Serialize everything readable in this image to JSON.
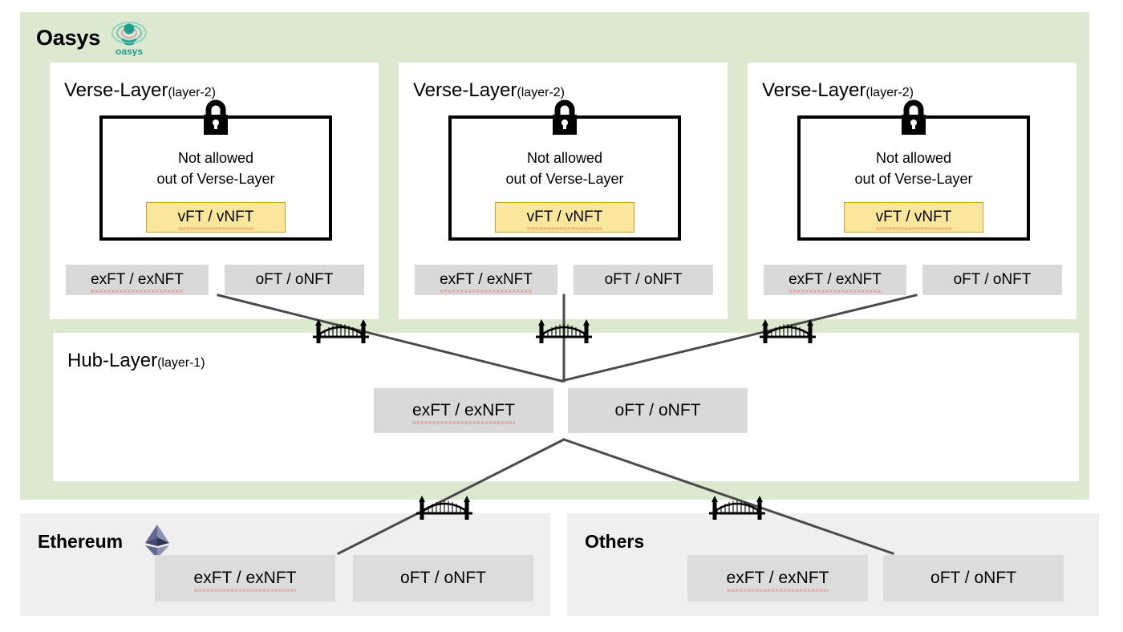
{
  "oasys": {
    "title": "Oasys",
    "logo_icon": "oasys-ripple-logo",
    "logo_wordmark": "oasys",
    "brand_color": "#1f9e8f",
    "panel_color": "#dce8d0"
  },
  "verse_layers": [
    {
      "title": "Verse-Layer",
      "sublabel": "(layer-2)",
      "locked_box": {
        "lock_icon": "padlock-icon",
        "line1": "Not allowed",
        "line2": "out of Verse-Layer",
        "token": "vFT / vNFT",
        "token_color": "#fbe79c"
      },
      "chips": [
        "exFT / exNFT",
        "oFT / oNFT"
      ]
    },
    {
      "title": "Verse-Layer",
      "sublabel": "(layer-2)",
      "locked_box": {
        "lock_icon": "padlock-icon",
        "line1": "Not allowed",
        "line2": "out of Verse-Layer",
        "token": "vFT / vNFT",
        "token_color": "#fbe79c"
      },
      "chips": [
        "exFT / exNFT",
        "oFT / oNFT"
      ]
    },
    {
      "title": "Verse-Layer",
      "sublabel": "(layer-2)",
      "locked_box": {
        "lock_icon": "padlock-icon",
        "line1": "Not allowed",
        "line2": "out of Verse-Layer",
        "token": "vFT / vNFT",
        "token_color": "#fbe79c"
      },
      "chips": [
        "exFT / exNFT",
        "oFT / oNFT"
      ]
    }
  ],
  "hub_layer": {
    "title": "Hub-Layer",
    "sublabel": "(layer-1)",
    "chips": [
      "exFT / exNFT",
      "oFT / oNFT"
    ]
  },
  "chains": [
    {
      "title": "Ethereum",
      "logo_icon": "ethereum-diamond-icon",
      "chips": [
        "exFT / exNFT",
        "oFT / oNFT"
      ]
    },
    {
      "title": "Others",
      "logo_icon": "none",
      "chips": [
        "exFT / exNFT",
        "oFT / oNFT"
      ]
    }
  ],
  "bridges": {
    "icon": "suspension-bridge-icon",
    "count": 5
  },
  "colors": {
    "chip_gray": "#d9d9d9",
    "panel_gray": "#efefef",
    "line_color": "#4a4a4a",
    "spellcheck_underline": "#e8443a"
  }
}
